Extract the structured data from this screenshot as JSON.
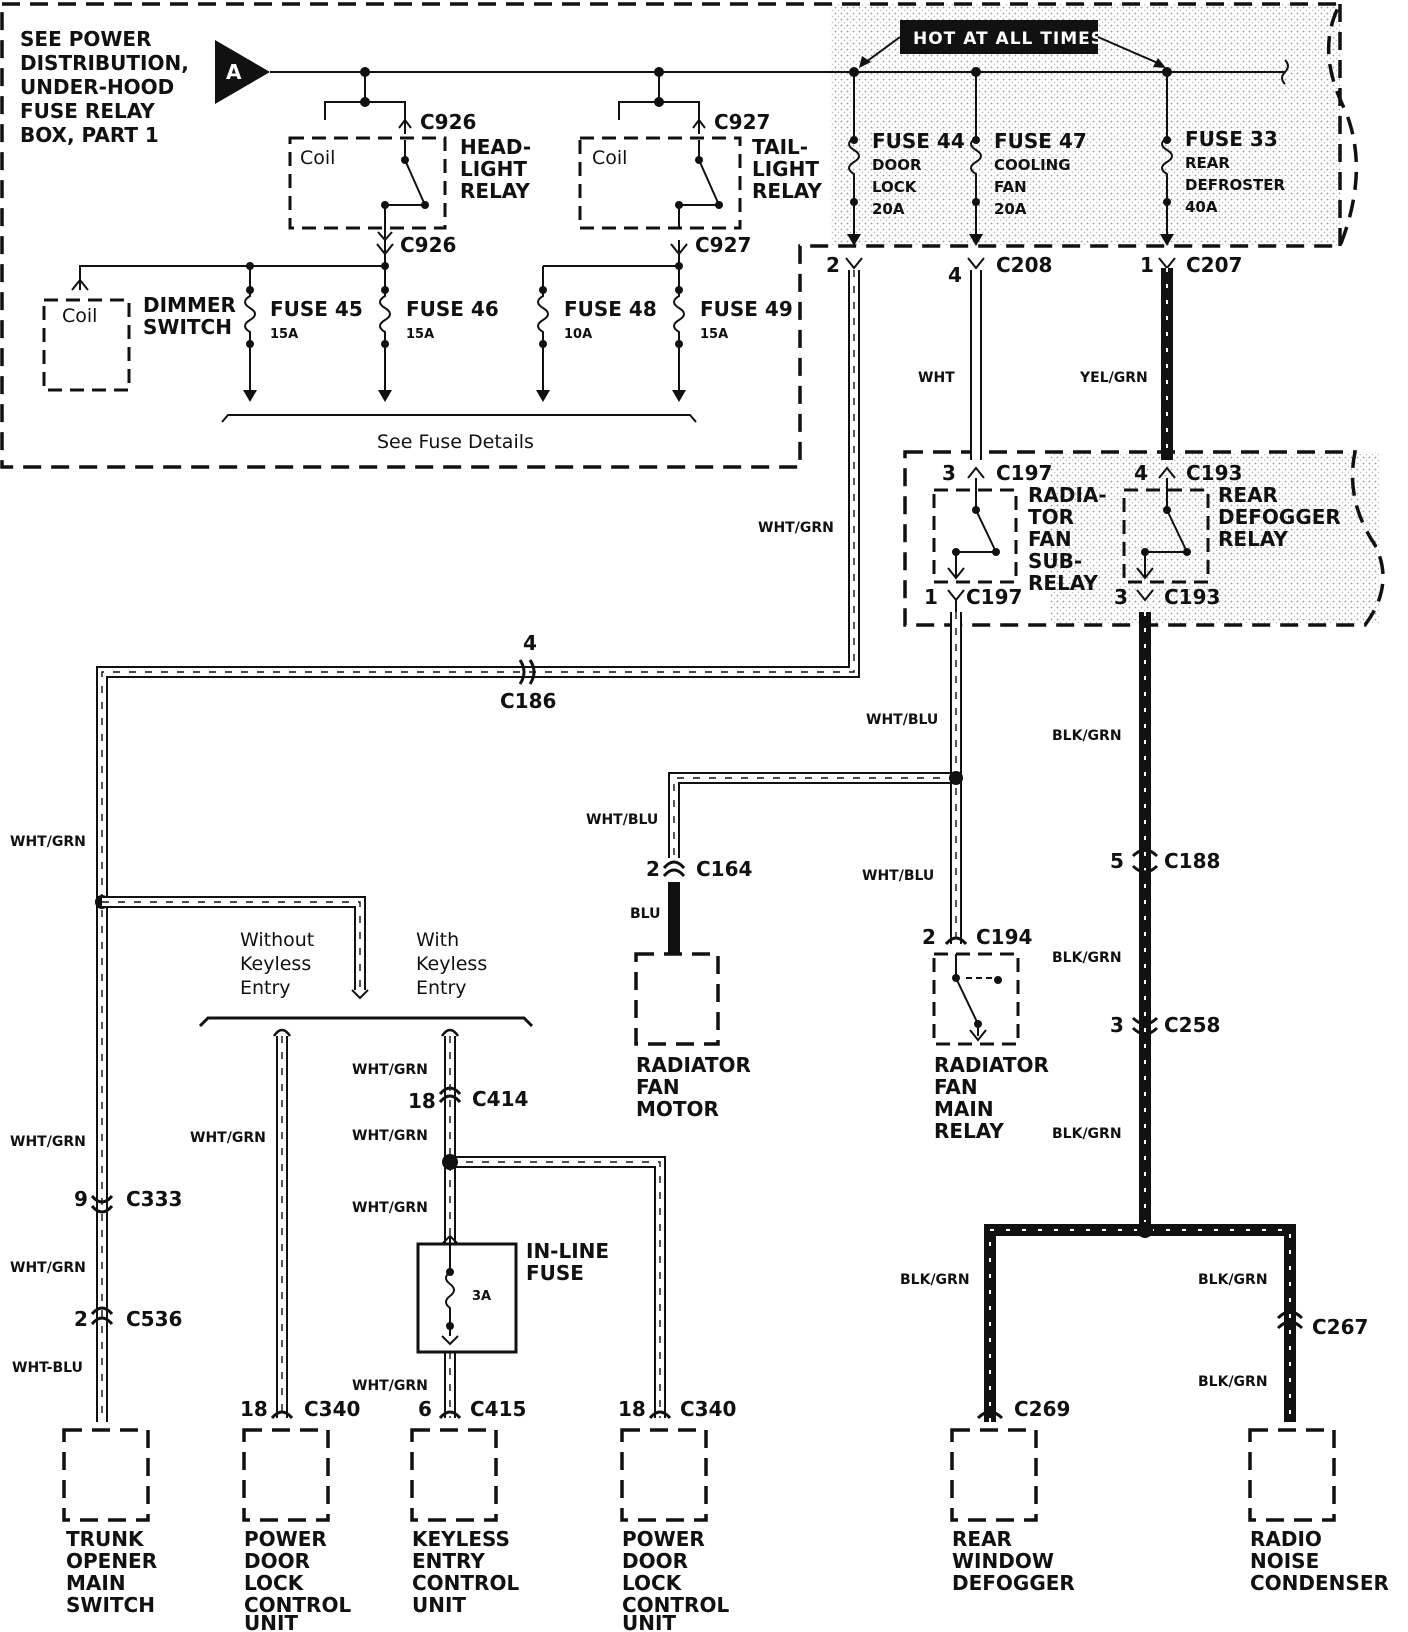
{
  "power_dist": {
    "l1": "SEE POWER",
    "l2": "DISTRIBUTION,",
    "l3": "UNDER-HOOD",
    "l4": "FUSE RELAY",
    "l5": "BOX, PART 1"
  },
  "connector_a": "A",
  "hot_label": "HOT AT ALL TIMES",
  "headlight": {
    "conn": "C926",
    "l1": "HEAD-",
    "l2": "LIGHT",
    "l3": "RELAY",
    "coil": "Coil"
  },
  "taillight": {
    "conn": "C927",
    "l1": "TAIL-",
    "l2": "LIGHT",
    "l3": "RELAY",
    "coil": "Coil"
  },
  "dimmer": {
    "coil": "Coil",
    "l1": "DIMMER",
    "l2": "SWITCH"
  },
  "fuses_left": [
    {
      "name": "FUSE 45",
      "amp": "15A"
    },
    {
      "name": "FUSE 46",
      "amp": "15A"
    },
    {
      "name": "FUSE 48",
      "amp": "10A"
    },
    {
      "name": "FUSE 49",
      "amp": "15A"
    }
  ],
  "see_fuse": "See Fuse Details",
  "fuse44": {
    "name": "FUSE 44",
    "l1": "DOOR",
    "l2": "LOCK",
    "amp": "20A"
  },
  "fuse47": {
    "name": "FUSE 47",
    "l1": "COOLING",
    "l2": "FAN",
    "amp": "20A"
  },
  "fuse33": {
    "name": "FUSE 33",
    "l1": "REAR",
    "l2": "DEFROSTER",
    "amp": "40A"
  },
  "conns": {
    "c208": "C208",
    "c208p": "4",
    "c208p2": "2",
    "c207": "C207",
    "c207p": "1",
    "c197": "C197",
    "c197p3": "3",
    "c197p1": "1",
    "c193": "C193",
    "c193p4": "4",
    "c193p3": "3",
    "c186": "C186",
    "c186p": "4",
    "c164": "C164",
    "c164p": "2",
    "c194": "C194",
    "c194p": "2",
    "c188": "C188",
    "c188p": "5",
    "c258": "C258",
    "c258p": "3",
    "c333": "C333",
    "c333p": "9",
    "c536": "C536",
    "c536p": "2",
    "c414": "C414",
    "c414p": "18",
    "c340a": "C340",
    "c340ap": "18",
    "c415": "C415",
    "c415p": "6",
    "c340b": "C340",
    "c340bp": "18",
    "c269": "C269",
    "c267": "C267"
  },
  "wires": {
    "wht": "WHT",
    "yelgrn": "YEL/GRN",
    "whtgrn": "WHT/GRN",
    "whtblu": "WHT/BLU",
    "blu": "BLU",
    "blkgrn": "BLK/GRN",
    "whtblu2": "WHT-BLU"
  },
  "radfan_sub": {
    "l1": "RADIA-",
    "l2": "TOR",
    "l3": "FAN",
    "l4": "SUB-",
    "l5": "RELAY"
  },
  "rear_def_relay": {
    "l1": "REAR",
    "l2": "DEFOGGER",
    "l3": "RELAY"
  },
  "keyless": {
    "wo1": "Without",
    "wo2": "Keyless",
    "wo3": "Entry",
    "w1": "With",
    "w2": "Keyless",
    "w3": "Entry"
  },
  "inline": {
    "l1": "IN-LINE",
    "l2": "FUSE",
    "amp": "3A"
  },
  "components": {
    "radmotor": {
      "l1": "RADIATOR",
      "l2": "FAN",
      "l3": "MOTOR"
    },
    "radmain": {
      "l1": "RADIATOR",
      "l2": "FAN",
      "l3": "MAIN",
      "l4": "RELAY"
    },
    "trunk": {
      "l1": "TRUNK",
      "l2": "OPENER",
      "l3": "MAIN",
      "l4": "SWITCH"
    },
    "pdl1": {
      "l1": "POWER",
      "l2": "DOOR",
      "l3": "LOCK",
      "l4": "CONTROL",
      "l5": "UNIT"
    },
    "keyless_unit": {
      "l1": "KEYLESS",
      "l2": "ENTRY",
      "l3": "CONTROL",
      "l4": "UNIT"
    },
    "pdl2": {
      "l1": "POWER",
      "l2": "DOOR",
      "l3": "LOCK",
      "l4": "CONTROL",
      "l5": "UNIT"
    },
    "defogger": {
      "l1": "REAR",
      "l2": "WINDOW",
      "l3": "DEFOGGER"
    },
    "radio": {
      "l1": "RADIO",
      "l2": "NOISE",
      "l3": "CONDENSER"
    }
  }
}
